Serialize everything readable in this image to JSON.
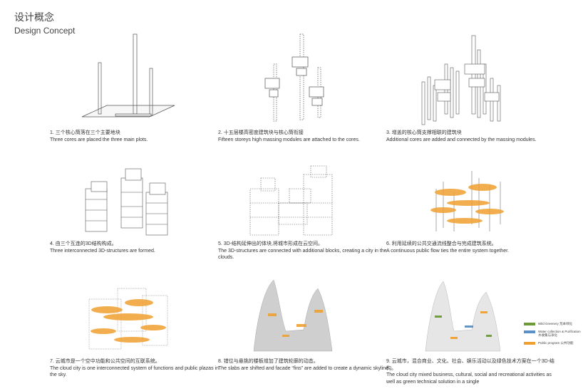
{
  "header": {
    "title_cn": "设计概念",
    "title_en": "Design Concept"
  },
  "steps": [
    {
      "cn": "1. 三个核心筒落在三个主要地块",
      "en": "Three cores are placed the three main plots."
    },
    {
      "cn": "2. 十五层楼高密度建筑块与核心筒衔接",
      "en": "Fifteen storeys high massing modules are attached to the cores."
    },
    {
      "cn": "3. 增盖的核心筒支撑相联的建筑块",
      "en": "Additional cores are added and connected by  the massing modules."
    },
    {
      "cn": "4. 由三个互连的3D结构构成。",
      "en": "Three interconnected 3D-structures are formed."
    },
    {
      "cn": "5. 3D-结构延伸出的体块,将城市形成在云空间。",
      "en": "The 3D-structures are connected with additional blocks, creating a city in the clouds."
    },
    {
      "cn": "6. 利用延续的公共交通流线整合与完成建筑系统。",
      "en": "A continuous public flow ties the entire system together."
    },
    {
      "cn": "7. 云城市是一个空中功能和公共空间的互联系统。",
      "en": "The cloud city is one interconnected system of functions and public plazas in the sky."
    },
    {
      "cn": "8. 错位与悬挑的楼板增加了建筑轮廓的动态。",
      "en": "The slabs are shifted and facade “fins” are added to create a dynamic skyline."
    },
    {
      "cn": "9. 云城市，混合商业、文化、社会、娱乐活动以及绿色技术方案在一个3D-结构。",
      "en": "The cloud city mixed business, cultural, social and recreational activities as well as green technical solution in a single"
    }
  ],
  "legend": {
    "items": [
      {
        "label": "Wild Greenery 荒本绿化",
        "color": "#6e9a3a"
      },
      {
        "label": "Water collection & Purification 水收集与净化",
        "color": "#5b8fc7"
      },
      {
        "label": "Public program 公共功能",
        "color": "#f0a030"
      }
    ]
  },
  "colors": {
    "line": "#555555",
    "orange": "#f0a030",
    "grey": "#c8c8c8"
  }
}
